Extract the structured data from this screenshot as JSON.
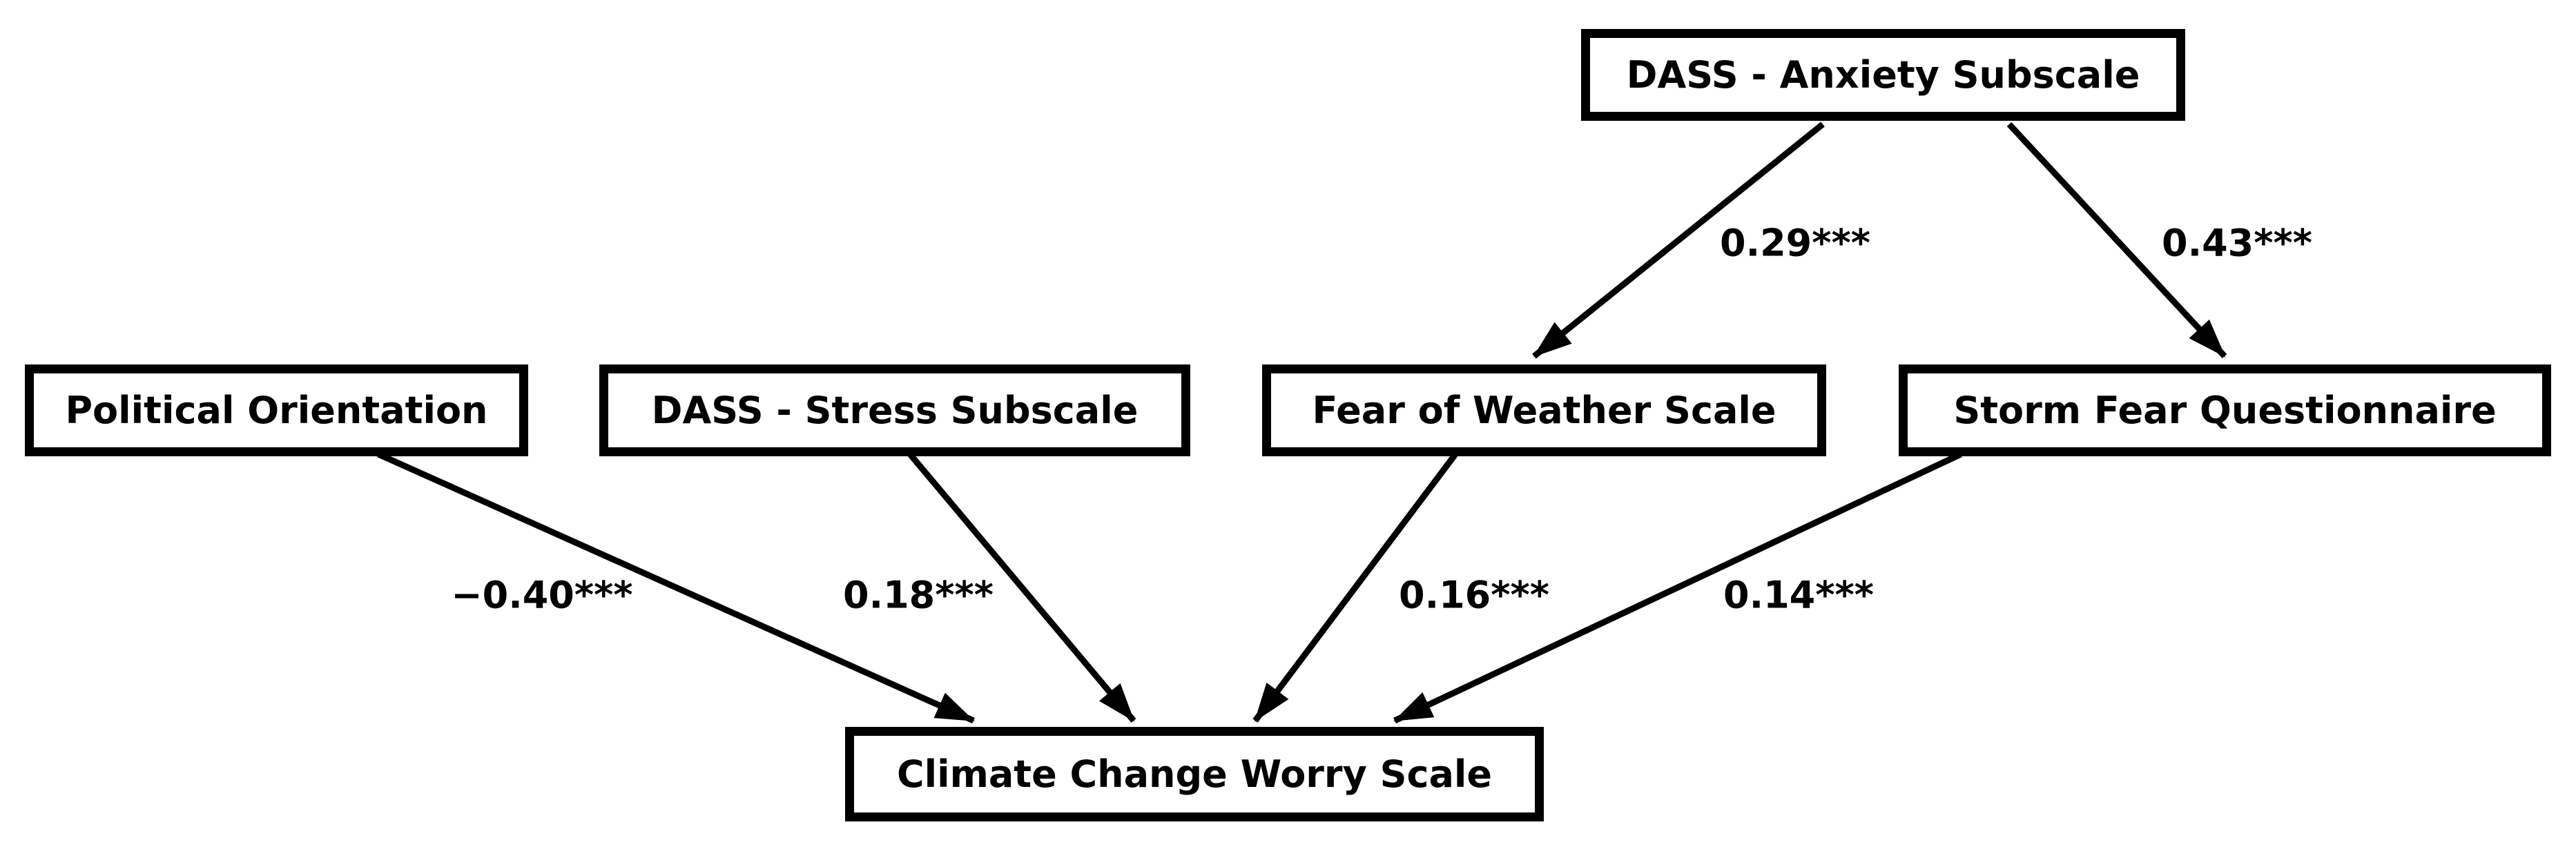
{
  "diagram": {
    "type": "path-model",
    "nodes": [
      {
        "id": "anxiety",
        "label": "DASS - Anxiety Subscale"
      },
      {
        "id": "political",
        "label": "Political Orientation"
      },
      {
        "id": "stress",
        "label": "DASS - Stress Subscale"
      },
      {
        "id": "fear_weather",
        "label": "Fear of Weather Scale"
      },
      {
        "id": "storm_fear",
        "label": "Storm Fear Questionnaire"
      },
      {
        "id": "ccws",
        "label": "Climate Change Worry Scale"
      }
    ],
    "edges": [
      {
        "from": "anxiety",
        "to": "fear_weather",
        "label": "0.29***"
      },
      {
        "from": "anxiety",
        "to": "storm_fear",
        "label": "0.43***"
      },
      {
        "from": "political",
        "to": "ccws",
        "label": "−0.40***"
      },
      {
        "from": "stress",
        "to": "ccws",
        "label": "0.18***"
      },
      {
        "from": "fear_weather",
        "to": "ccws",
        "label": "0.16***"
      },
      {
        "from": "storm_fear",
        "to": "ccws",
        "label": "0.14***"
      }
    ],
    "colors": {
      "background": "#ffffff",
      "box_fill": "#ffffff",
      "box_border": "#000000",
      "arrow": "#000000",
      "text": "#000000"
    }
  }
}
